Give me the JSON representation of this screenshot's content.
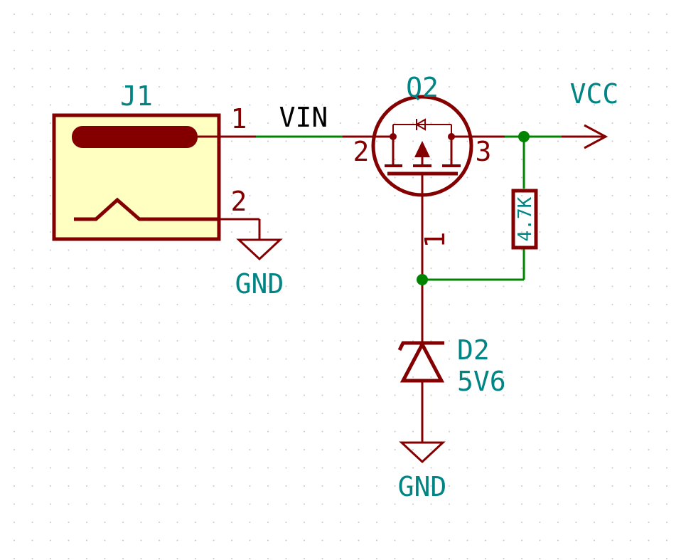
{
  "colors": {
    "wire": "#008400",
    "component": "#840000",
    "component_fill": "#ffffc2",
    "label": "#008484",
    "net_label": "#000000",
    "junction": "#008400",
    "grid_dot": "#c8c8c8"
  },
  "components": {
    "j1": {
      "ref": "J1",
      "pin1": "1",
      "pin2": "2"
    },
    "q2": {
      "ref": "Q2",
      "pin1": "1",
      "pin2": "2",
      "pin3": "3"
    },
    "r": {
      "value": "4.7K"
    },
    "d2": {
      "ref": "D2",
      "value": "5V6"
    }
  },
  "nets": {
    "vin": "VIN",
    "vcc": "VCC",
    "gnd_left": "GND",
    "gnd_bottom": "GND"
  }
}
